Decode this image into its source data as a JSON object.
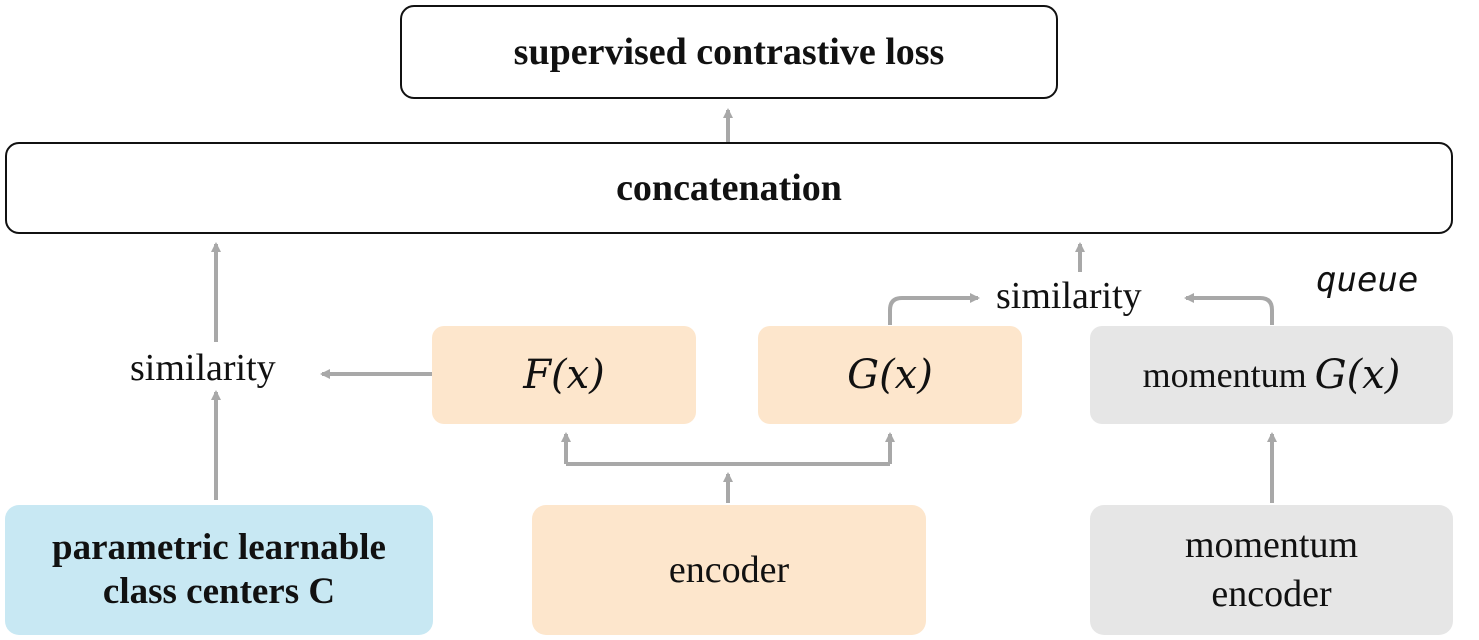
{
  "colors": {
    "arrow": "#a8a8a8",
    "orange_box": "#fde6cc",
    "gray_box": "#e6e6e6",
    "blue_box": "#c8e8f3"
  },
  "loss_box": {
    "label": "supervised contrastive loss"
  },
  "concat_box": {
    "label": "concatenation"
  },
  "left_similarity": {
    "label": "similarity"
  },
  "right_similarity": {
    "label": "similarity"
  },
  "queue_label": {
    "label": "queue"
  },
  "f_box": {
    "label": "F(x)"
  },
  "g_box": {
    "label": "G(x)"
  },
  "momentum_g_box": {
    "prefix": "momentum",
    "label": "G(x)"
  },
  "centers_box": {
    "line1": "parametric learnable",
    "line2": "class centers C"
  },
  "encoder_box": {
    "label": "encoder"
  },
  "momentum_encoder_box": {
    "line1": "momentum",
    "line2": "encoder"
  }
}
